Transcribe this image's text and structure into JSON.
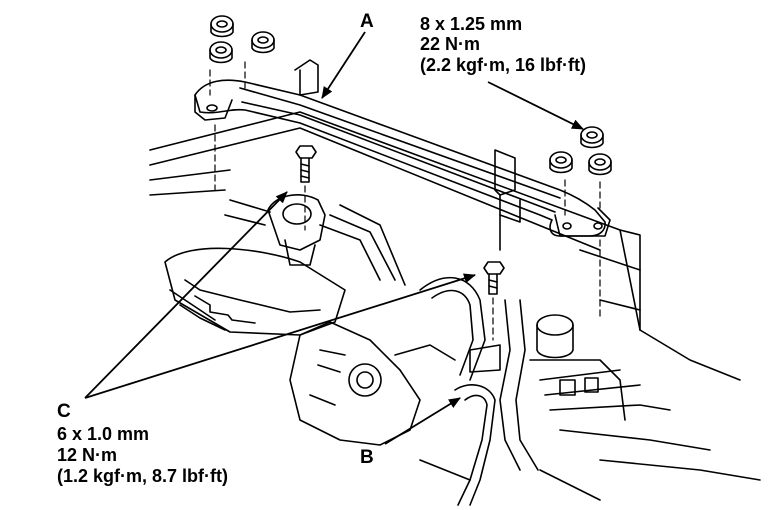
{
  "callouts": {
    "a": {
      "letter": "A",
      "spec_line1": "8 x 1.25 mm",
      "spec_line2": "22 N·m",
      "spec_line3": "(2.2 kgf·m, 16 lbf·ft)"
    },
    "b": {
      "letter": "B"
    },
    "c": {
      "letter": "C",
      "spec_line1": "6 x 1.0 mm",
      "spec_line2": "12 N·m",
      "spec_line3": "(1.2 kgf·m, 8.7 lbf·ft)"
    }
  },
  "colors": {
    "ink": "#000000",
    "paper": "#ffffff"
  }
}
